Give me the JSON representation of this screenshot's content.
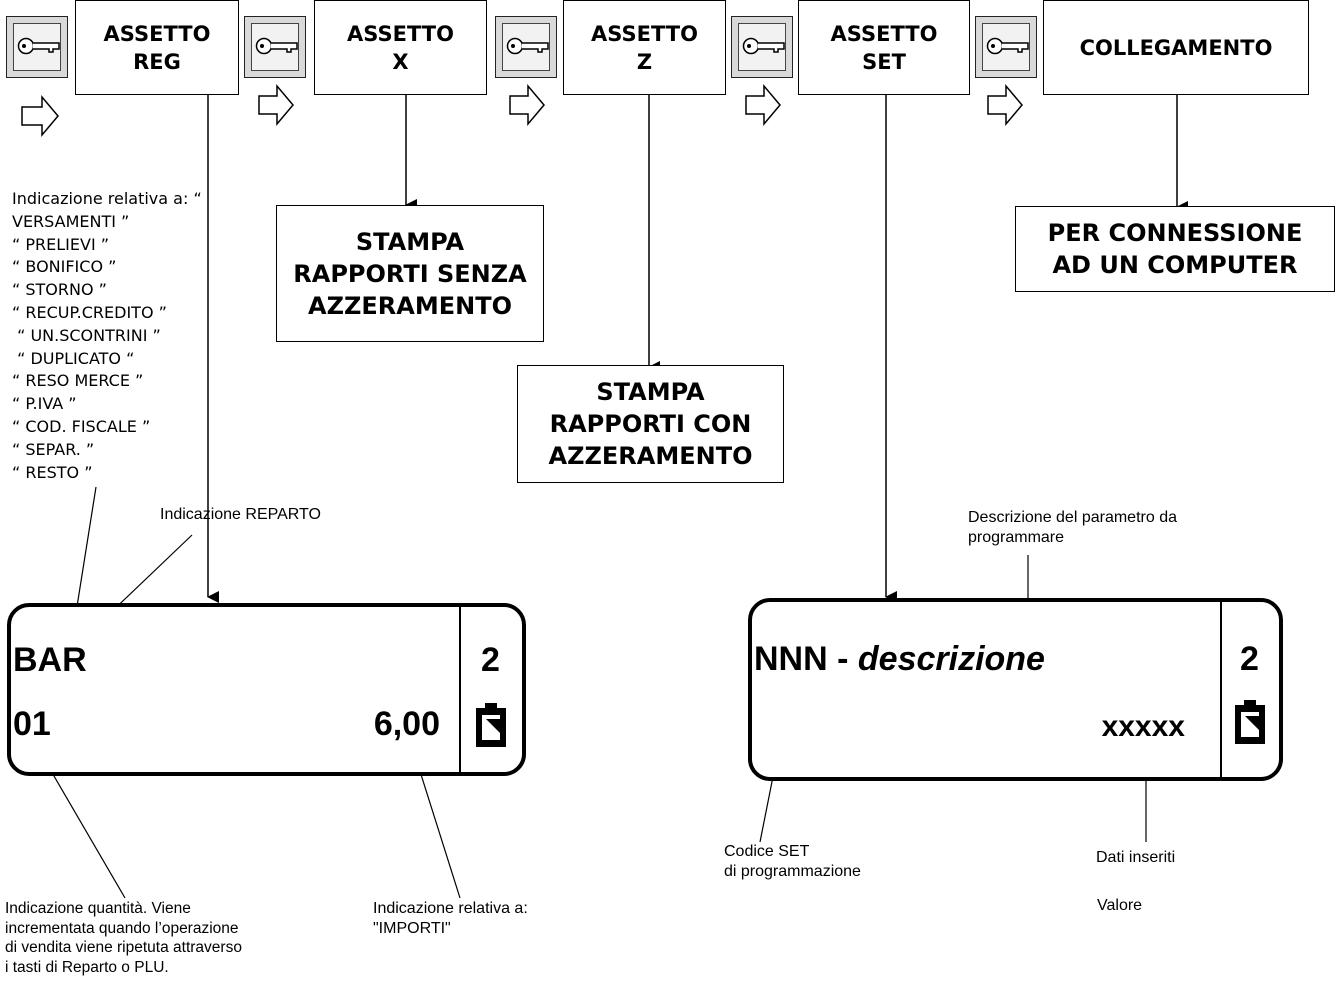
{
  "modes": [
    {
      "label": "ASSETTO\nREG"
    },
    {
      "label": "ASSETTO\nX"
    },
    {
      "label": "ASSETTO\nZ"
    },
    {
      "label": "ASSETTO\nSET"
    },
    {
      "label": "COLLEGAMENTO"
    }
  ],
  "icons": {
    "key": "key-icon",
    "arrow": "right-arrow-icon",
    "battery": "battery-icon"
  },
  "outputs": {
    "x": "STAMPA\nRAPPORTI SENZA\nAZZERAMENTO",
    "z": "STAMPA\nRAPPORTI CON\nAZZERAMENTO",
    "collegamento": "PER CONNESSIONE\nAD UN COMPUTER"
  },
  "reg": {
    "list_text": "Indicazione relativa a: “\nVERSAMENTI ”\n“ PRELIEVI ”\n“ BONIFICO ”\n“ STORNO ”\n“ RECUP.CREDITO ”\n “ UN.SCONTRINI ”\n “ DUPLICATO “\n“ RESO MERCE ”\n“ P.IVA ”\n“ COD. FISCALE ”\n“ SEPAR. ”\n“ RESTO ”",
    "reparto_label": "Indicazione REPARTO",
    "display": {
      "line1": "BAR",
      "qty": "01",
      "amount": "6,00",
      "side_number": "2"
    },
    "qty_note": "Indicazione quantità. Viene\nincrementata quando l’operazione\ndi vendita viene ripetuta attraverso\ni tasti di Reparto o PLU.",
    "amount_note": "Indicazione relativa a:\n\"IMPORTI\""
  },
  "set": {
    "param_note": "Descrizione del parametro  da\nprogrammare",
    "display": {
      "code": "NNN - ",
      "description": "descrizione",
      "value": "xxxxx",
      "side_number": "2"
    },
    "code_note": "Codice SET\ndi programmazione",
    "data_note": "Dati inseriti",
    "value_note": "Valore"
  }
}
